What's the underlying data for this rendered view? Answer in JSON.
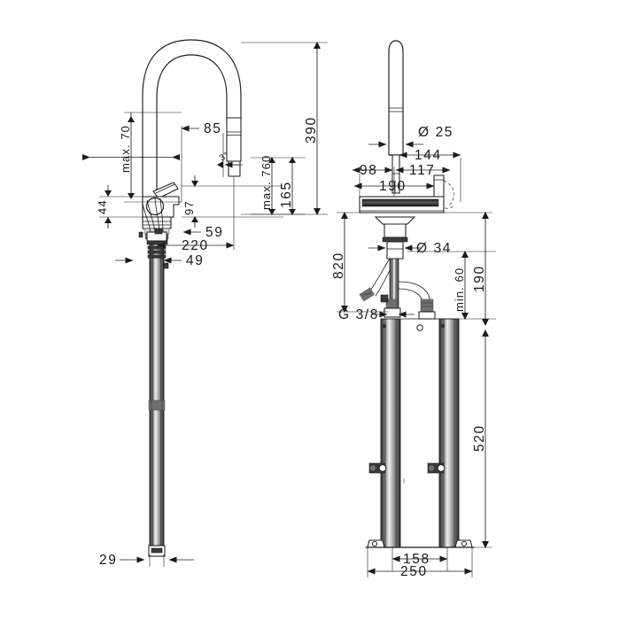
{
  "drawing": {
    "title": "Kitchen mixer technical dimension drawing",
    "units": "mm",
    "background_color": "#ffffff",
    "line_color": "#1b1b1b",
    "views": [
      {
        "id": "side-view",
        "label": "side elevation"
      },
      {
        "id": "front-view",
        "label": "front elevation"
      }
    ]
  },
  "dimensions": {
    "side_view": {
      "spout_reach_85": "85",
      "lever_clearance_max70": "max. 70",
      "body_height_44": "44",
      "lever_height_97": "97",
      "base_offset_59": "59",
      "overall_reach_220": "220",
      "base_depth_49": "49",
      "total_height_390": "390",
      "spray_drop_165": "165",
      "hose_pullout_max760": "max. 760",
      "spray_angle_3deg": "3°",
      "column_width_29": "29"
    },
    "front_view": {
      "spray_head_dia_25": "Ø 25",
      "handle_offset_144": "144",
      "left_offset_98": "98",
      "right_offset_117": "117",
      "sink_width_190": "190",
      "shank_dia_34": "Ø 34",
      "hose_supply_height_820": "820",
      "thread_connection": "G 3/8",
      "cabinet_clearance_190": "190",
      "min_clearance_60": "min. 60",
      "column_height_520": "520",
      "inner_base_158": "158",
      "outer_base_250": "250"
    }
  },
  "labels": {
    "l_85": "85",
    "l_max70": "max. 70",
    "l_44": "44",
    "l_97": "97",
    "l_59": "59",
    "l_220": "220",
    "l_49": "49",
    "l_390": "390",
    "l_165": "165",
    "l_max760": "max. 760",
    "l_3deg": "3°",
    "l_29": "29",
    "l_d25": "Ø 25",
    "l_144": "144",
    "l_98": "98",
    "l_117": "117",
    "l_190w": "190",
    "l_d34": "Ø 34",
    "l_820": "820",
    "l_g38": "G 3/8",
    "l_190h": "190",
    "l_min60": "min. 60",
    "l_520": "520",
    "l_158": "158",
    "l_250": "250"
  }
}
